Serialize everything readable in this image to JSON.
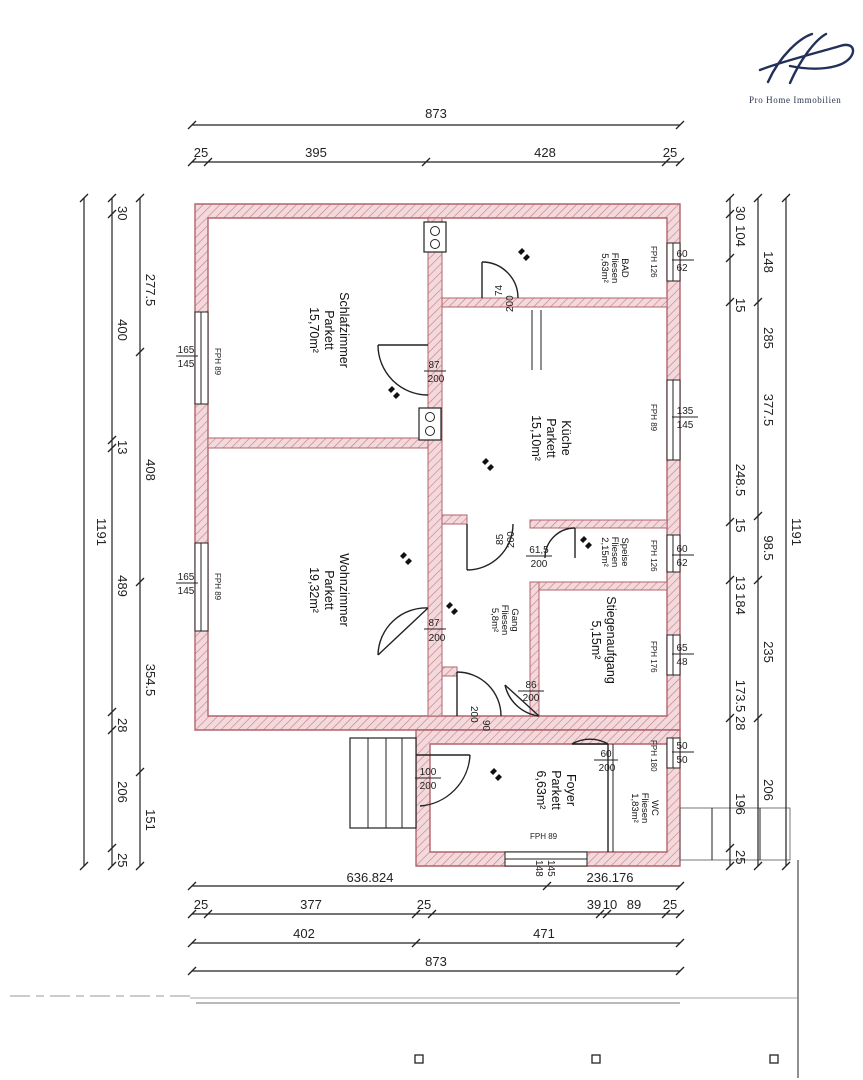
{
  "brand": {
    "name": "Pro Home Immobilien",
    "color": "#22305a"
  },
  "dims": {
    "top_total": "873",
    "top_wall_left": "25",
    "top_seg_left": "395",
    "top_seg_right": "428",
    "top_wall_right": "25",
    "bottom_sub_a": "636.824",
    "bottom_sub_b": "236.176",
    "bottom_row1": [
      "25",
      "377",
      "25",
      "39",
      "10",
      "89",
      "25"
    ],
    "bottom_row2_left": "402",
    "bottom_row2_right": "471",
    "bottom_total": "873",
    "left_total": "1191",
    "left_outer": [
      "30",
      "400",
      "13",
      "489",
      "28",
      "25"
    ],
    "left_inner": [
      "277.5",
      "408",
      "354.5",
      "206",
      "151"
    ],
    "right_total": "1191",
    "right_outer": [
      "30",
      "104",
      "15",
      "15",
      "13",
      "28",
      "196",
      "25"
    ],
    "right_inner": [
      "148",
      "285",
      "377.5",
      "248.5",
      "98.5",
      "184",
      "235",
      "173.5",
      "206"
    ]
  },
  "rooms": [
    {
      "name": "Schlafzimmer",
      "floor": "Parkett",
      "area": "15,70m²"
    },
    {
      "name": "Wohnzimmer",
      "floor": "Parkett",
      "area": "19,32m²"
    },
    {
      "name": "Küche",
      "floor": "Parkett",
      "area": "15,10m²"
    },
    {
      "name": "BAD",
      "floor": "Fliesen",
      "area": "5,63m²"
    },
    {
      "name": "Speise",
      "floor": "Fliesen",
      "area": "2,15m²"
    },
    {
      "name": "Gang",
      "floor": "Fliesen",
      "area": "5,8m²"
    },
    {
      "name": "Stiegenaufgang",
      "floor": "",
      "area": "5,15m²"
    },
    {
      "name": "Foyer",
      "floor": "Parkett",
      "area": "6,63m²"
    },
    {
      "name": "WC",
      "floor": "Fliesen",
      "area": "1,83m²"
    }
  ],
  "windows": [
    {
      "w": "165",
      "h": "145",
      "label": "FPH 89"
    },
    {
      "w": "165",
      "h": "145",
      "label": "FPH 89"
    },
    {
      "w": "60",
      "h": "62",
      "label": "FPH 126"
    },
    {
      "w": "135",
      "h": "145",
      "label": "FPH 89"
    },
    {
      "w": "60",
      "h": "62",
      "label": "FPH 126"
    },
    {
      "w": "65",
      "h": "48",
      "label": "FPH 176"
    },
    {
      "w": "50",
      "h": "50",
      "label": "FPH 180"
    },
    {
      "w": "148",
      "h": "145",
      "label": "FPH 89"
    }
  ],
  "doors": [
    {
      "w": "74",
      "h": "200"
    },
    {
      "w": "87",
      "h": "200"
    },
    {
      "w": "85",
      "h": "200"
    },
    {
      "w": "61,5",
      "h": "200"
    },
    {
      "w": "87",
      "h": "200"
    },
    {
      "w": "86",
      "h": "200"
    },
    {
      "w": "90",
      "h": "200"
    },
    {
      "w": "100",
      "h": "200"
    },
    {
      "w": "60",
      "h": "200"
    }
  ]
}
